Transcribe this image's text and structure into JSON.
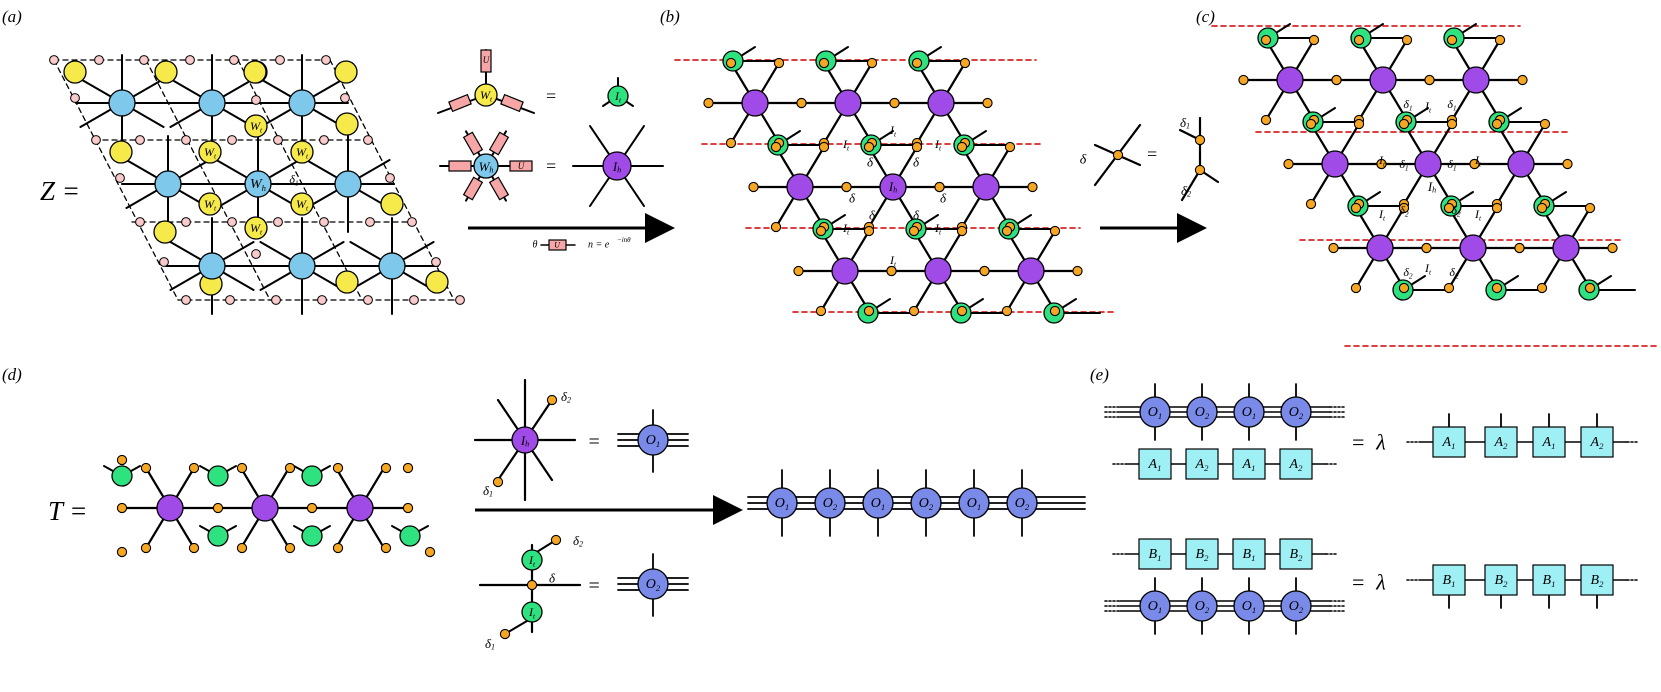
{
  "panels": {
    "a": {
      "label": "(a)",
      "prefix": "Z ="
    },
    "b": {
      "label": "(b)"
    },
    "c": {
      "label": "(c)"
    },
    "d": {
      "label": "(d)",
      "prefix": "T ="
    },
    "e": {
      "label": "(e)"
    }
  },
  "tensors": {
    "W_t": {
      "base": "W",
      "sub": "t"
    },
    "W_h": {
      "base": "W",
      "sub": "h"
    },
    "I_t": {
      "base": "I",
      "sub": "t"
    },
    "I_h": {
      "base": "I",
      "sub": "h"
    },
    "U": "U",
    "O1": {
      "base": "O",
      "sub": "1"
    },
    "O2": {
      "base": "O",
      "sub": "2"
    },
    "A1": {
      "base": "A",
      "sub": "1"
    },
    "A2": {
      "base": "A",
      "sub": "2"
    },
    "B1": {
      "base": "B",
      "sub": "1"
    },
    "B2": {
      "base": "B",
      "sub": "2"
    }
  },
  "symbols": {
    "delta": "δ",
    "delta1": {
      "base": "δ",
      "sub": "1"
    },
    "delta2": {
      "base": "δ",
      "sub": "2"
    },
    "equals": "=",
    "lambda": "λ"
  },
  "formula": {
    "theta": "θ",
    "n_eq": "n = e",
    "exponent": "−inθ"
  },
  "colors": {
    "W_t": "#f6e94a",
    "W_h": "#7ec8ec",
    "I_t": "#2ee27f",
    "I_h": "#a04ae8",
    "O": "#7a8ae8",
    "AB": "#9ff0f5",
    "U": "#f6a6a6",
    "delta_node": "#f5a623",
    "small_node": "#f8caca",
    "cut_line": "#d00000"
  }
}
